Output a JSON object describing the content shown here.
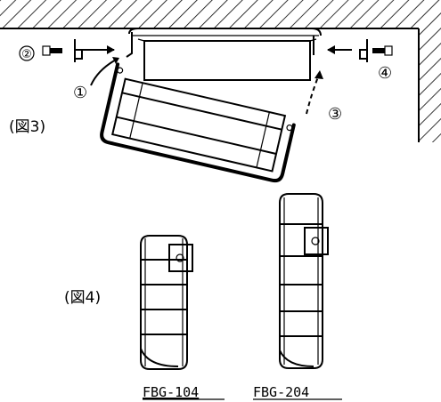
{
  "figures": {
    "fig3": {
      "label": "(図3)",
      "steps": [
        "①",
        "②",
        "③",
        "④"
      ]
    },
    "fig4": {
      "label": "(図4)",
      "models": [
        {
          "name": "FBG-104"
        },
        {
          "name": "FBG-204"
        }
      ]
    }
  }
}
